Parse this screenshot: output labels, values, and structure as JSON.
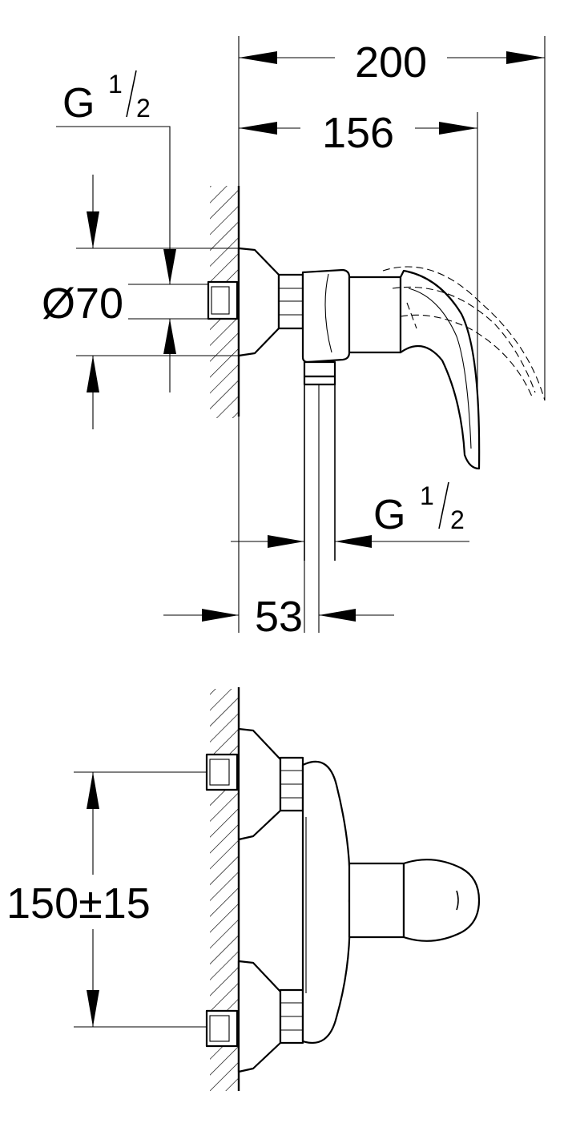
{
  "side_view": {
    "dim_total_length": "200",
    "dim_lever_length": "156",
    "dim_inlet_thread": {
      "base": "G",
      "sup": "1",
      "sub": "2"
    },
    "dim_escutcheon_diameter": "Ø70",
    "dim_outlet_thread": {
      "base": "G",
      "sup": "1",
      "sub": "2"
    },
    "dim_outlet_offset": "53"
  },
  "front_view": {
    "dim_inlet_spacing": "150±15"
  }
}
